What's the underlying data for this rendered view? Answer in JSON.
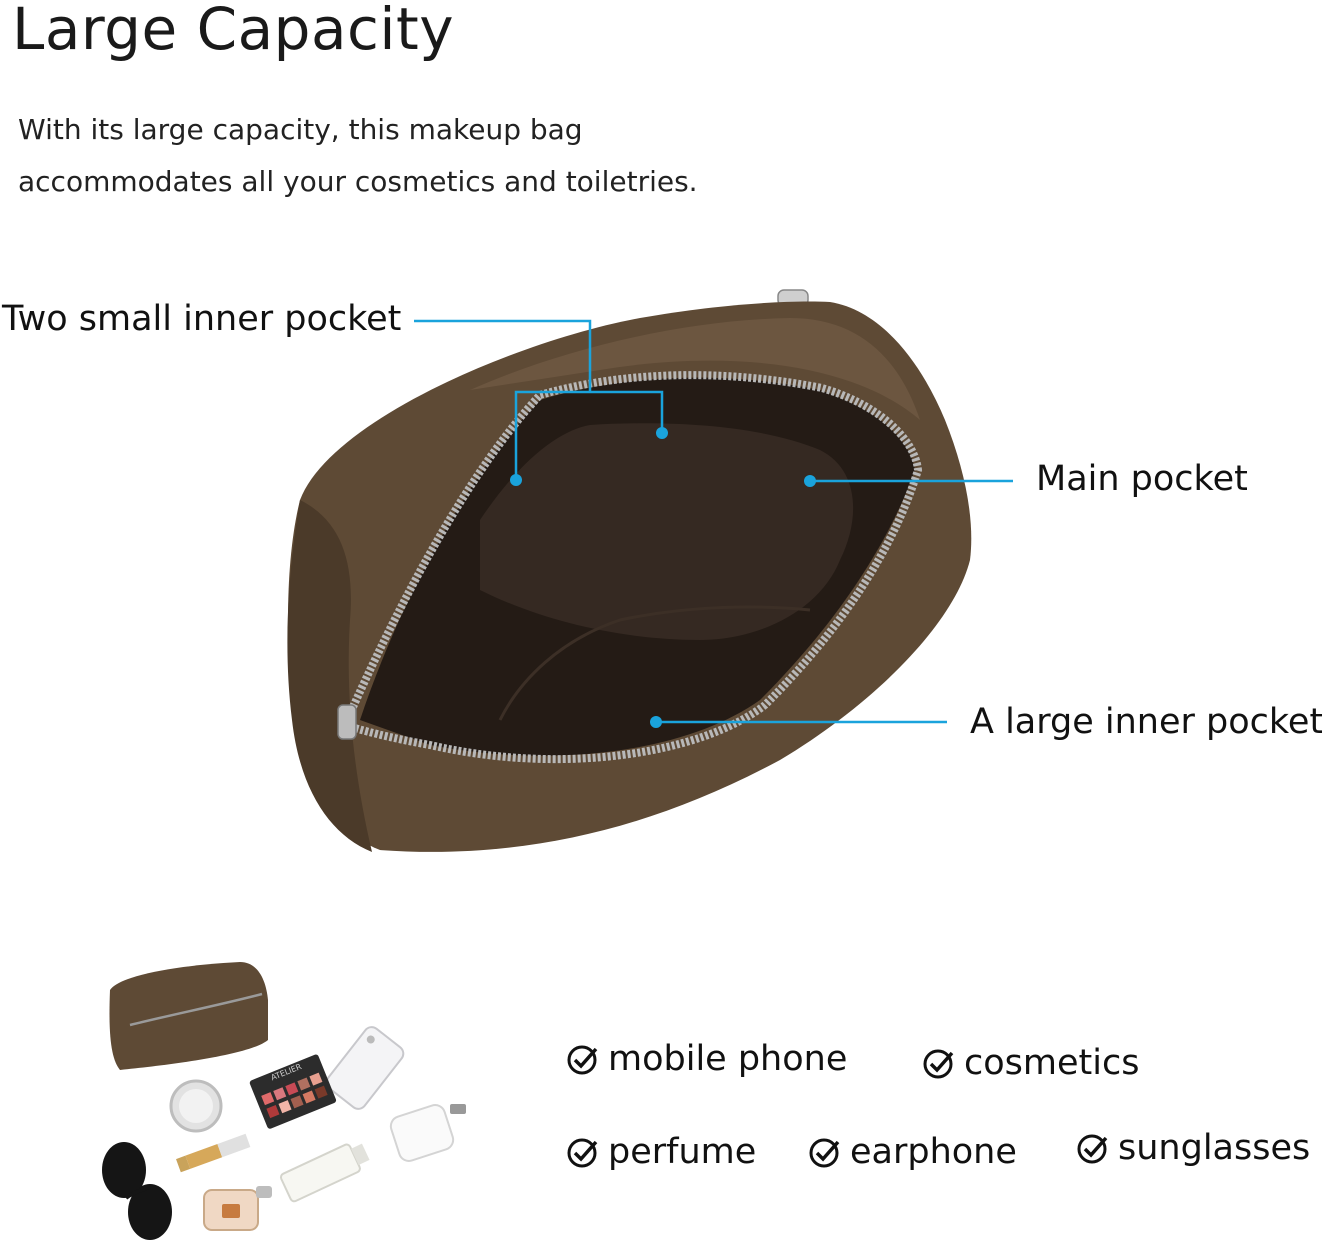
{
  "title": "Large Capacity",
  "description": {
    "line1": "With its large capacity, this makeup bag",
    "line2": "accommodates all your cosmetics and toiletries."
  },
  "callouts": {
    "two_small_inner_pocket": "Two small inner pocket",
    "main_pocket": "Main pocket",
    "large_inner_pocket": "A large inner pocket"
  },
  "checklist": [
    {
      "label": "mobile phone",
      "icon": "check-circle-icon"
    },
    {
      "label": "cosmetics",
      "icon": "check-circle-icon"
    },
    {
      "label": "perfume",
      "icon": "check-circle-icon"
    },
    {
      "label": "earphone",
      "icon": "check-circle-icon"
    },
    {
      "label": "sunglasses",
      "icon": "check-circle-icon"
    }
  ],
  "palette_label": "ATELIER",
  "colors": {
    "accent_line": "#1aa3dc",
    "bag_brown": "#5e4a35",
    "bag_interior": "#221a14",
    "text": "#111111"
  }
}
